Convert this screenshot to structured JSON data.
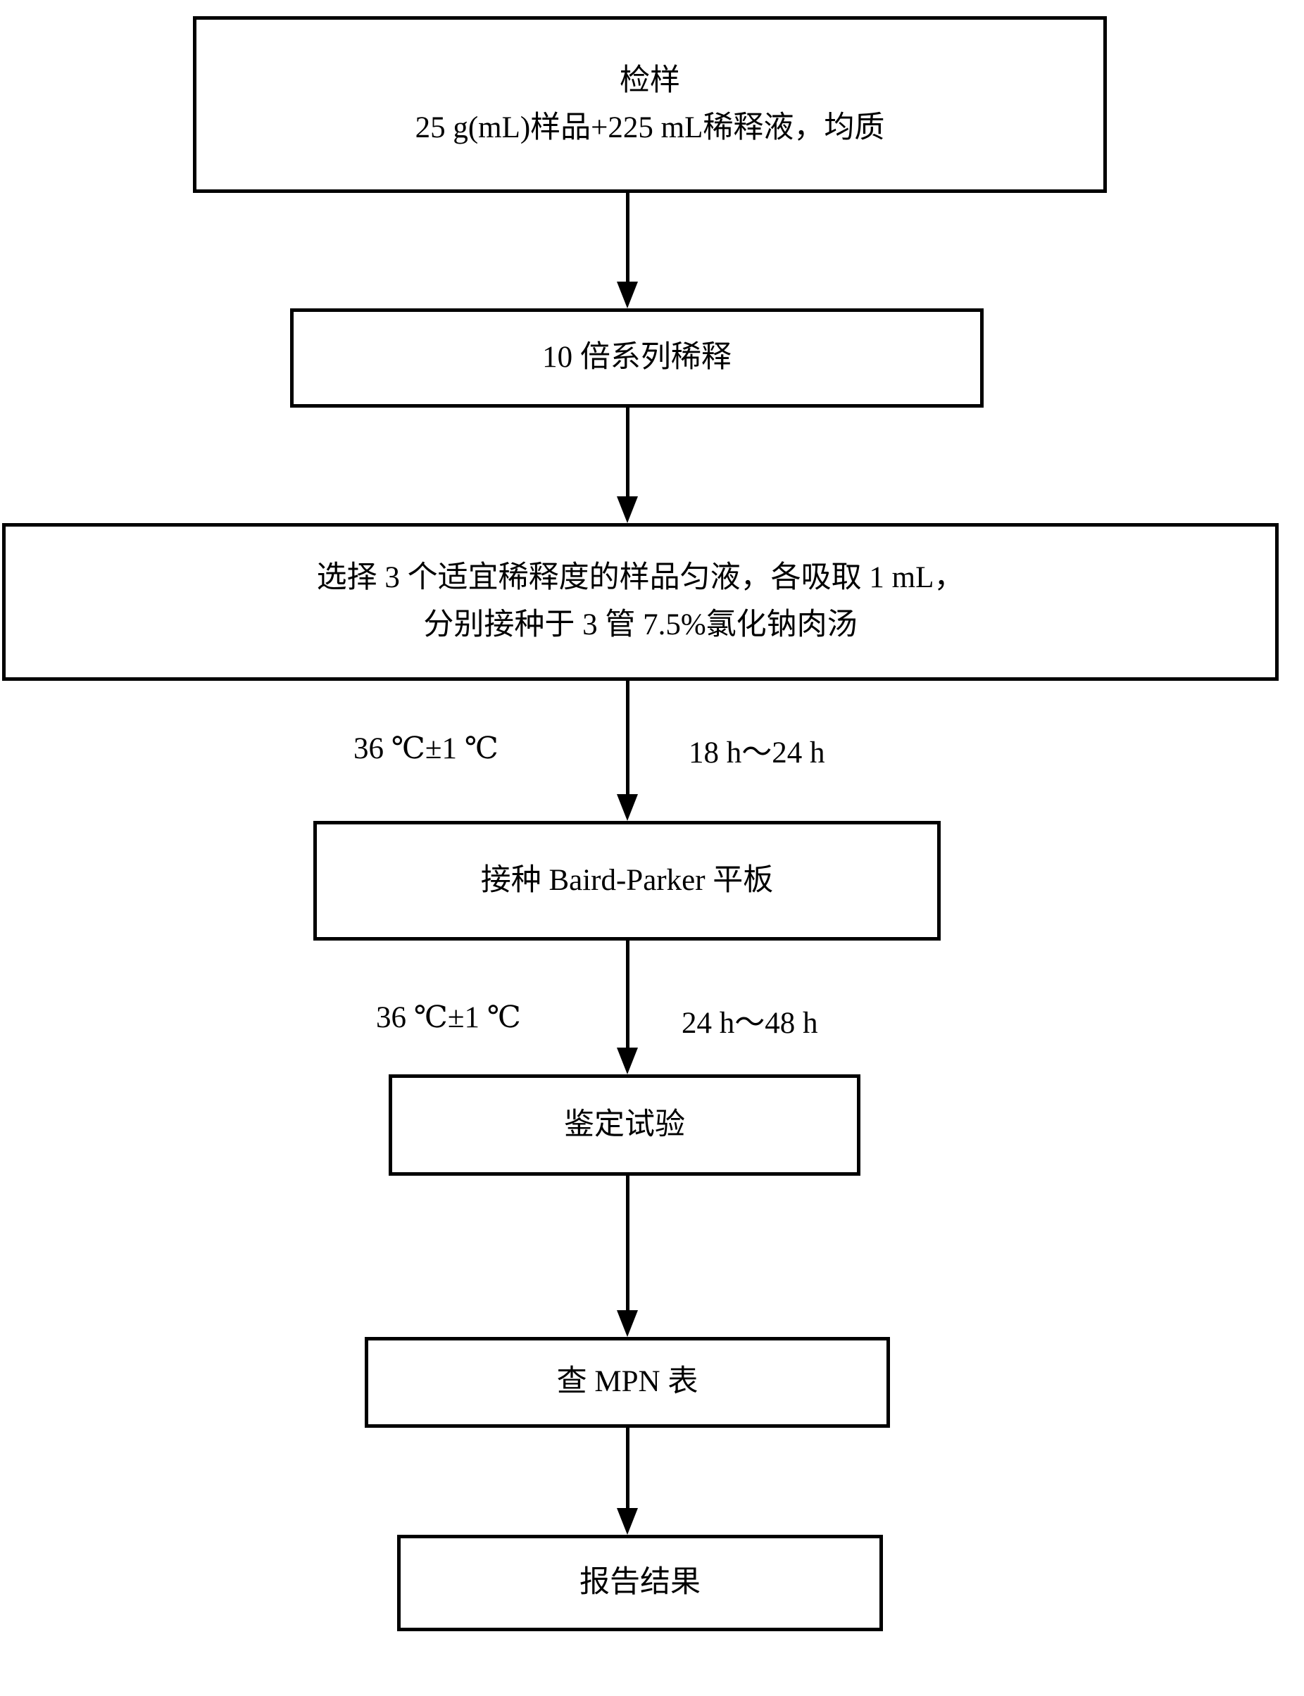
{
  "flowchart": {
    "boxes": {
      "sample": {
        "line1": "检样",
        "line2": "25 g(mL)样品+225 mL稀释液，均质"
      },
      "dilution": {
        "label": "10 倍系列稀释"
      },
      "select": {
        "line1": "选择 3 个适宜稀释度的样品匀液，各吸取 1 mL，",
        "line2": "分别接种于 3 管 7.5%氯化钠肉汤"
      },
      "inoculate": {
        "label": "接种 Baird-Parker 平板"
      },
      "identify": {
        "label": "鉴定试验"
      },
      "mpn": {
        "label": "查 MPN 表"
      },
      "report": {
        "label": "报告结果"
      }
    },
    "annotations": {
      "temp1": "36 ℃±1 ℃",
      "time1": "18 h～24 h",
      "temp2": "36 ℃±1 ℃",
      "time2": "24 h～48 h"
    },
    "colors": {
      "line": "#000000",
      "background": "#ffffff"
    }
  }
}
